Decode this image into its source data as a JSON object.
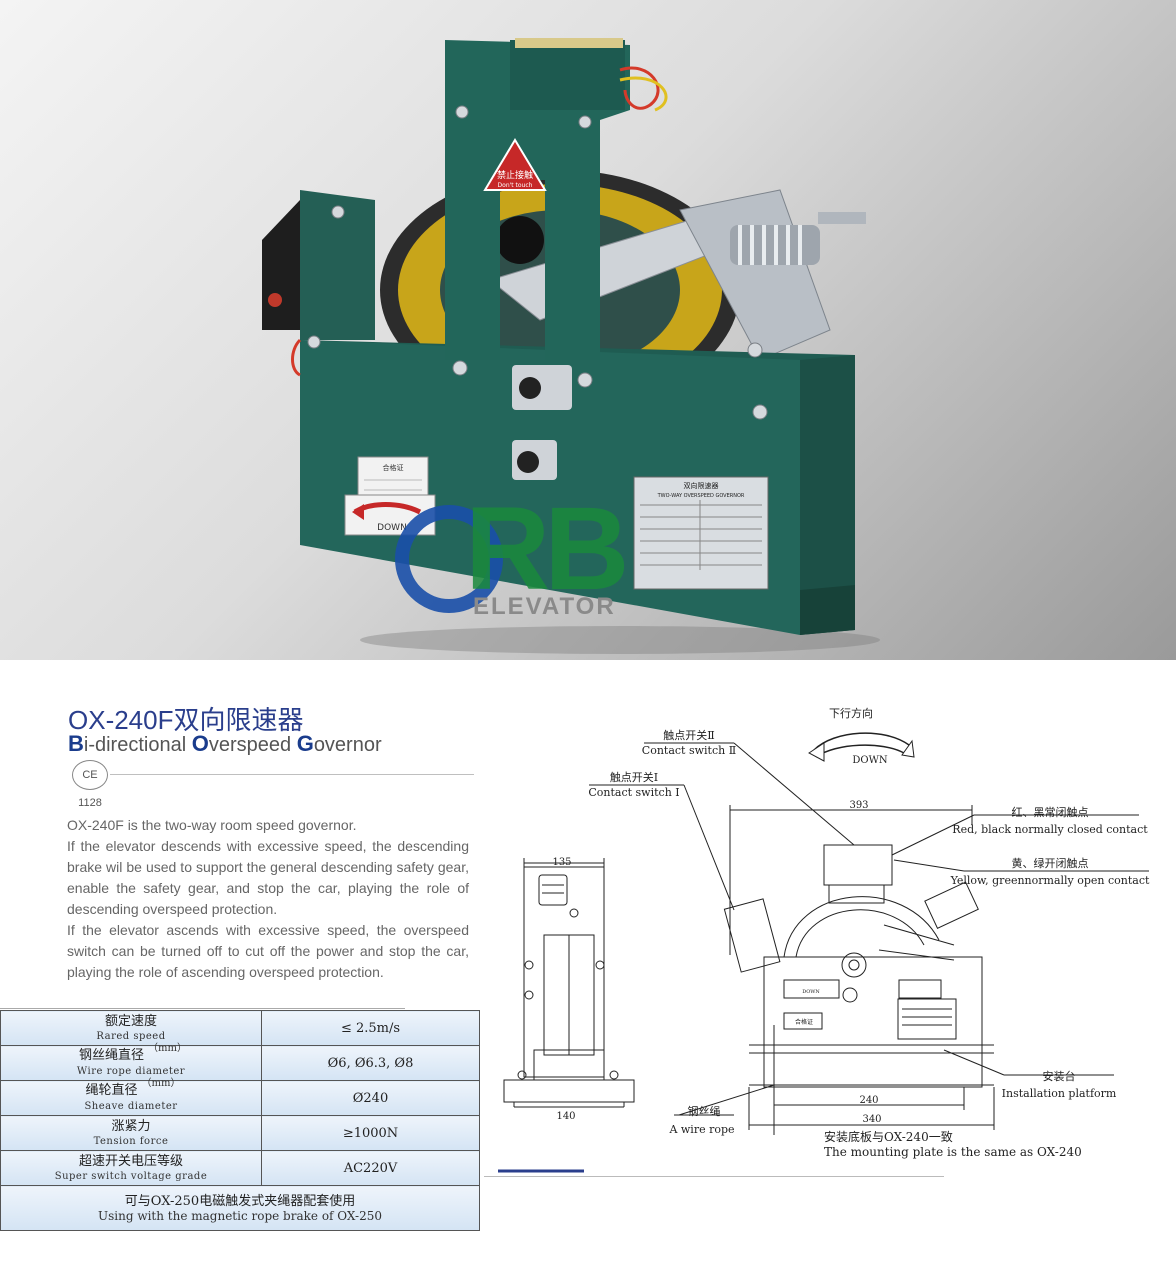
{
  "watermark": {
    "letters": "RB",
    "sub": "ELEVATOR"
  },
  "product": {
    "title_cn": "OX-240F双向限速器",
    "title_en_parts": [
      {
        "initial": "B",
        "rest": "i-directional "
      },
      {
        "initial": "O",
        "rest": "verspeed "
      },
      {
        "initial": "G",
        "rest": "overnor"
      }
    ],
    "cert": "CE 1128"
  },
  "description": [
    "OX-240F is the two-way room speed governor.",
    "If the elevator descends with excessive speed, the descending brake wil be used to support the general descending safety gear, enable the safety gear, and stop the car, playing the role of descending overspeed protection.",
    "If the elevator ascends with excessive speed, the overspeed switch can be turned off to cut off the power and stop the car, playing the role of ascending overspeed protection."
  ],
  "specs": [
    {
      "cn": "额定速度",
      "en": "Rared speed",
      "unit": "",
      "value": "≤ 2.5m/s"
    },
    {
      "cn": "钢丝绳直径",
      "en": "Wire rope diameter",
      "unit": "（mm）",
      "value": "Ø6, Ø6.3, Ø8"
    },
    {
      "cn": "绳轮直径",
      "en": "Sheave diameter",
      "unit": "（mm）",
      "value": "Ø240"
    },
    {
      "cn": "涨紧力",
      "en": "Tension force",
      "unit": "",
      "value": "≥1000N"
    },
    {
      "cn": "超速开关电压等级",
      "en": "Super switch voltage grade",
      "unit": "",
      "value": "AC220V"
    }
  ],
  "spec_footer": {
    "cn": "可与OX-250电磁触发式夹绳器配套使用",
    "en": "Using with the magnetic rope brake of  OX-250"
  },
  "photo_labels": {
    "warning_cn": "禁止接触",
    "warning_en": "Don't touch",
    "down": "DOWN",
    "cert_tag": "合格证",
    "nameplate_cn": "双向限速器",
    "nameplate_en": "TWO-WAY OVERSPEED GOVERNOR"
  },
  "diagram": {
    "direction_cn": "下行方向",
    "direction_en": "DOWN",
    "switch2_cn": "触点开关Ⅱ",
    "switch2_en": "Contact switch Ⅱ",
    "switch1_cn": "触点开关Ⅰ",
    "switch1_en": "Contact switch Ⅰ",
    "red_black_cn": "红、黑常闭触点",
    "red_black_en": "Red, black normally closed contact",
    "yellow_green_cn": "黄、绿开闭触点",
    "yellow_green_en": "Yellow, greennormally open contact",
    "platform_cn": "安装台",
    "platform_en": "Installation platform",
    "rope_cn": "钢丝绳",
    "rope_en": "A wire rope",
    "dim_135": "135",
    "dim_140": "140",
    "dim_393": "393",
    "dim_240": "240",
    "dim_340": "340",
    "tag": "合格证",
    "down_small": "DOWN",
    "note_cn": "安装底板与OX-240一致",
    "note_en": "The mounting plate is the same as  OX-240"
  }
}
